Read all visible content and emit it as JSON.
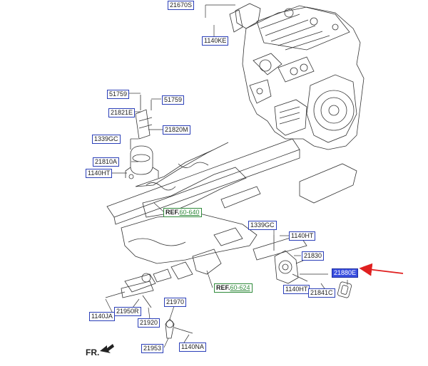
{
  "labels": {
    "p21670S": "21670S",
    "p1140KE": "1140KE",
    "p51759a": "51759",
    "p51759b": "51759",
    "p21821E": "21821E",
    "p21820M": "21820M",
    "p1339GC_a": "1339GC",
    "p21810A": "21810A",
    "p1140HT_a": "1140HT",
    "p1339GC_b": "1339GC",
    "p1140HT_b": "1140HT",
    "p21830": "21830",
    "p21880E": "21880E",
    "p1140HT_c": "1140HT",
    "p21841C": "21841C",
    "p1140JA": "1140JA",
    "p21950R": "21950R",
    "p21920": "21920",
    "p21970": "21970",
    "p21953": "21953",
    "p1140NA": "1140NA"
  },
  "refs": {
    "ref1": {
      "prefix": "REF.",
      "code": "60-640"
    },
    "ref2": {
      "prefix": "REF.",
      "code": "60-624"
    }
  },
  "direction_label": "FR.",
  "colors": {
    "label_border": "#2b3fb8",
    "selected_label": "#3a4fe0",
    "ref_border": "#2f8a3a",
    "pointer_arrow": "#e02020"
  }
}
